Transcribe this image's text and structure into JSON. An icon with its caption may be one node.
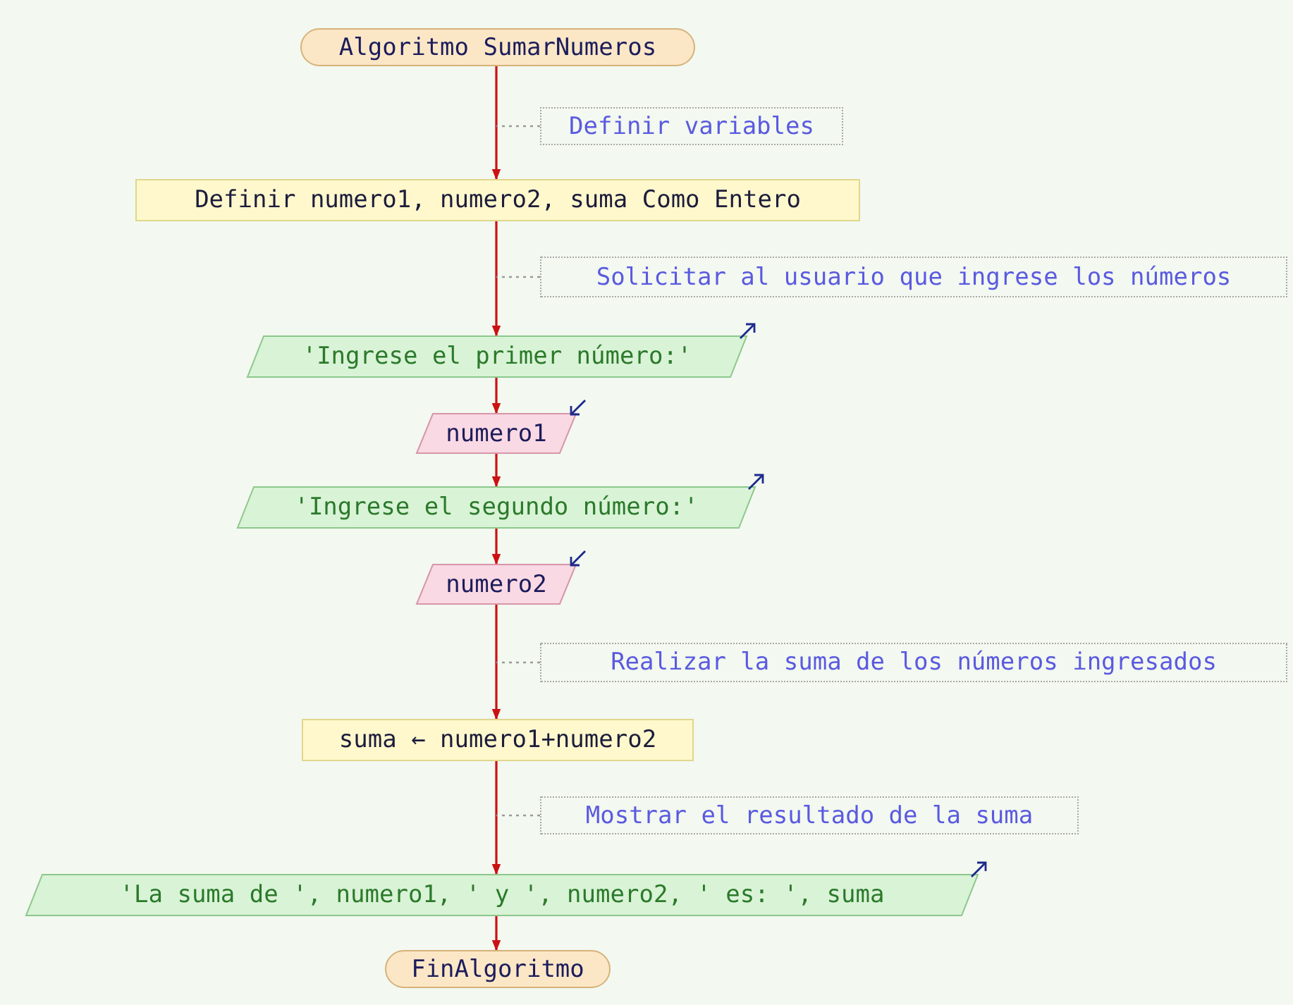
{
  "diagram": {
    "nodes": [
      {
        "text": [
          "Algoritmo SumarNumeros"
        ]
      },
      {
        "text": [
          "Definir variables"
        ]
      },
      {
        "text": [
          "Definir numero1, numero2, suma Como Entero"
        ]
      },
      {
        "text": [
          "Solicitar al usuario que ingrese los números"
        ]
      },
      {
        "text": [
          "'Ingrese el primer número:'"
        ]
      },
      {
        "text": [
          "numero1"
        ]
      },
      {
        "text": [
          "'Ingrese el segundo número:'"
        ]
      },
      {
        "text": [
          "numero2"
        ]
      },
      {
        "text": [
          "Realizar la suma de los números ingresados"
        ]
      },
      {
        "text": [
          "suma ← numero1+numero2"
        ]
      },
      {
        "text": [
          "Mostrar el resultado de la suma"
        ]
      },
      {
        "text": [
          "'La suma de ', numero1, ' y ', numero2, ' es: ', suma"
        ]
      },
      {
        "text": [
          "FinAlgoritmo"
        ]
      }
    ],
    "edges": [
      {
        "from": 0,
        "to": 2,
        "arrow": "to"
      },
      {
        "from": 1,
        "to": null,
        "arrow": "none",
        "style": "dashed",
        "color": "#9a9a9a"
      },
      {
        "from": 2,
        "to": 4,
        "arrow": "to"
      },
      {
        "from": 3,
        "to": null,
        "arrow": "none",
        "style": "dashed",
        "color": "#9a9a9a"
      },
      {
        "from": 4,
        "to": 5,
        "arrow": "to"
      },
      {
        "from": 5,
        "to": 6,
        "arrow": "to"
      },
      {
        "from": 6,
        "to": 7,
        "arrow": "to"
      },
      {
        "from": 7,
        "to": 9,
        "arrow": "to"
      },
      {
        "from": 8,
        "to": null,
        "arrow": "none",
        "style": "dashed",
        "color": "#9a9a9a"
      },
      {
        "from": 9,
        "to": 11,
        "arrow": "to"
      },
      {
        "from": 10,
        "to": null,
        "arrow": "none",
        "style": "dashed",
        "color": "#9a9a9a"
      },
      {
        "from": 11,
        "to": 12,
        "arrow": "to"
      }
    ]
  }
}
